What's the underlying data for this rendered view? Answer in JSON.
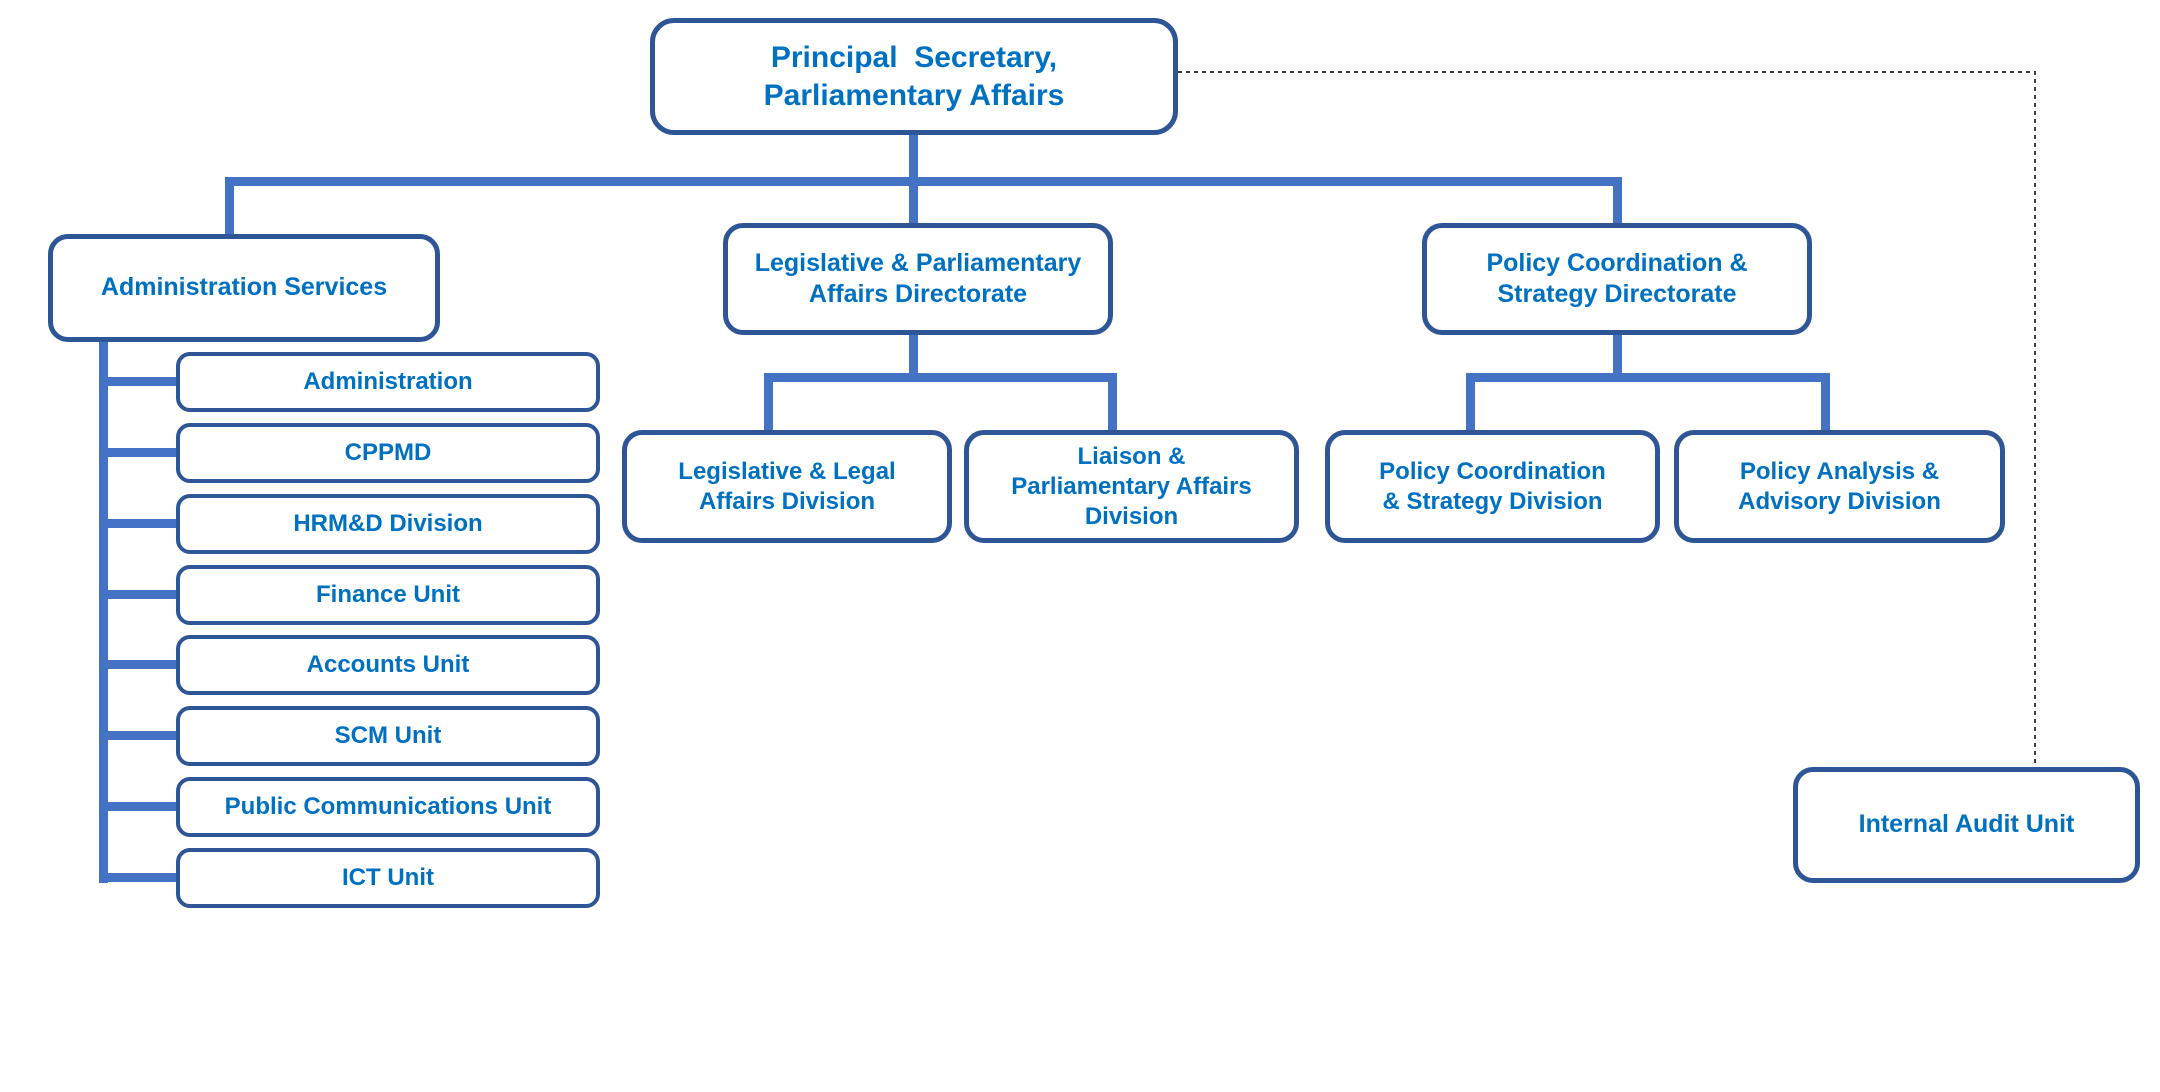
{
  "colors": {
    "box_border": "#2E5696",
    "connector_line": "#4472C4",
    "label_text": "#0070C0",
    "dotted_line": "#3C3C3C",
    "background": "#FFFFFF"
  },
  "org": {
    "root": {
      "label": "Principal  Secretary,\nParliamentary Affairs"
    },
    "branches": {
      "administration_services": {
        "label": "Administration Services",
        "units": [
          {
            "label": "Administration"
          },
          {
            "label": "CPPMD"
          },
          {
            "label": "HRM&D Division"
          },
          {
            "label": "Finance Unit"
          },
          {
            "label": "Accounts Unit"
          },
          {
            "label": "SCM Unit"
          },
          {
            "label": "Public Communications Unit"
          },
          {
            "label": "ICT Unit"
          }
        ]
      },
      "legislative_directorate": {
        "label": "Legislative & Parliamentary\nAffairs Directorate",
        "divisions": [
          {
            "label": "Legislative & Legal\nAffairs Division"
          },
          {
            "label": "Liaison &\nParliamentary Affairs\nDivision"
          }
        ]
      },
      "policy_directorate": {
        "label": "Policy Coordination &\nStrategy Directorate",
        "divisions": [
          {
            "label": "Policy Coordination\n& Strategy Division"
          },
          {
            "label": "Policy Analysis &\nAdvisory Division"
          }
        ]
      },
      "internal_audit": {
        "label": "Internal Audit Unit",
        "connection_style": "dotted"
      }
    },
    "edges": [
      {
        "from": "Principal Secretary, Parliamentary Affairs",
        "to": "Administration Services",
        "style": "solid"
      },
      {
        "from": "Principal Secretary, Parliamentary Affairs",
        "to": "Legislative & Parliamentary Affairs Directorate",
        "style": "solid"
      },
      {
        "from": "Principal Secretary, Parliamentary Affairs",
        "to": "Policy Coordination & Strategy Directorate",
        "style": "solid"
      },
      {
        "from": "Principal Secretary, Parliamentary Affairs",
        "to": "Internal Audit Unit",
        "style": "dotted"
      },
      {
        "from": "Administration Services",
        "to": "Administration",
        "style": "solid"
      },
      {
        "from": "Administration Services",
        "to": "CPPMD",
        "style": "solid"
      },
      {
        "from": "Administration Services",
        "to": "HRM&D Division",
        "style": "solid"
      },
      {
        "from": "Administration Services",
        "to": "Finance Unit",
        "style": "solid"
      },
      {
        "from": "Administration Services",
        "to": "Accounts Unit",
        "style": "solid"
      },
      {
        "from": "Administration Services",
        "to": "SCM Unit",
        "style": "solid"
      },
      {
        "from": "Administration Services",
        "to": "Public Communications Unit",
        "style": "solid"
      },
      {
        "from": "Administration Services",
        "to": "ICT Unit",
        "style": "solid"
      },
      {
        "from": "Legislative & Parliamentary Affairs Directorate",
        "to": "Legislative & Legal Affairs Division",
        "style": "solid"
      },
      {
        "from": "Legislative & Parliamentary Affairs Directorate",
        "to": "Liaison & Parliamentary Affairs Division",
        "style": "solid"
      },
      {
        "from": "Policy Coordination & Strategy Directorate",
        "to": "Policy Coordination & Strategy Division",
        "style": "solid"
      },
      {
        "from": "Policy Coordination & Strategy Directorate",
        "to": "Policy Analysis & Advisory Division",
        "style": "solid"
      }
    ]
  }
}
